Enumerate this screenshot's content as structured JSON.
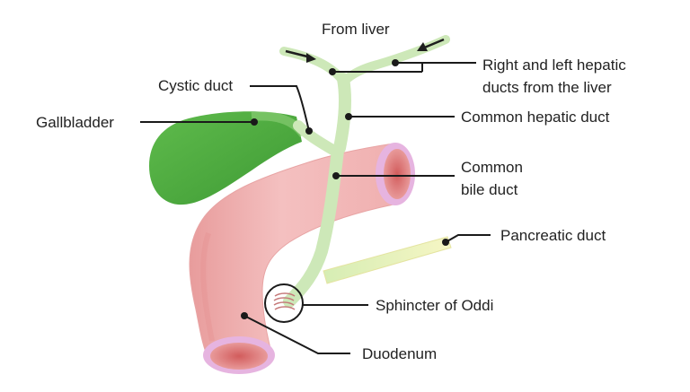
{
  "labels": {
    "from_liver": "From liver",
    "hepatic_ducts_line1": "Right and left hepatic",
    "hepatic_ducts_line2": "ducts from the liver",
    "cystic_duct": "Cystic duct",
    "gallbladder": "Gallbladder",
    "common_hepatic_duct": "Common hepatic duct",
    "common_bile_duct_line1": "Common",
    "common_bile_duct_line2": "bile duct",
    "pancreatic_duct": "Pancreatic duct",
    "sphincter_of_oddi": "Sphincter of Oddi",
    "duodenum": "Duodenum"
  },
  "colors": {
    "duct_green": "#cde8b8",
    "duct_outline": "#a8d090",
    "gallbladder_green": "#46a83c",
    "gallbladder_light": "#7cc860",
    "duodenum_pink": "#f2b9b9",
    "duodenum_dark": "#e08c8c",
    "duodenum_lumen": "#d96a6a",
    "duodenum_rim": "#e6b8e0",
    "pancreatic_yellow": "#eeee9c",
    "leader_line": "#1a1a1a",
    "arrow": "#1e1e1e"
  }
}
